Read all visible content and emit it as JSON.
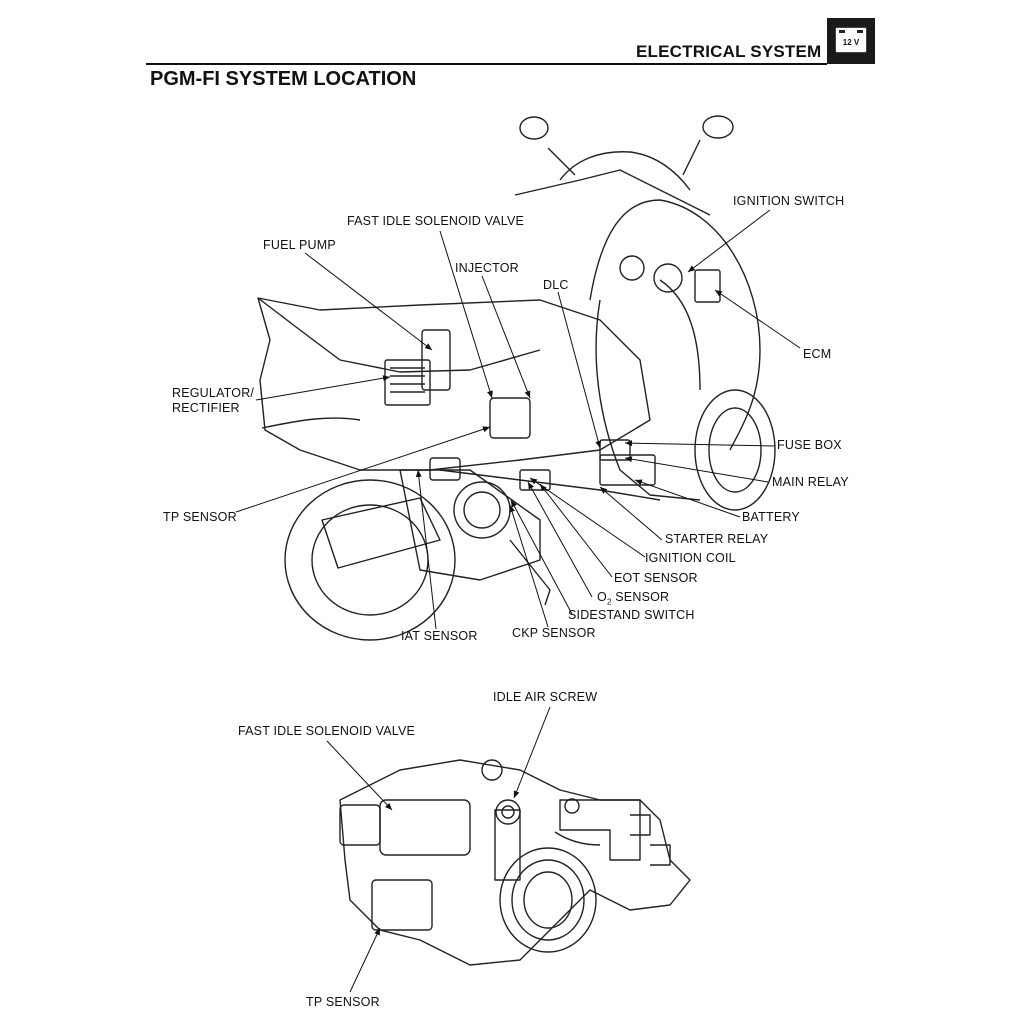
{
  "header": {
    "section_title": "ELECTRICAL SYSTEM",
    "icon": "battery-12v-icon",
    "icon_text": "12 V"
  },
  "page": {
    "title": "PGM-FI SYSTEM LOCATION"
  },
  "scooter_labels": {
    "fast_idle_solenoid_valve": "FAST IDLE SOLENOID VALVE",
    "fuel_pump": "FUEL PUMP",
    "injector": "INJECTOR",
    "dlc": "DLC",
    "ignition_switch": "IGNITION SWITCH",
    "ecm": "ECM",
    "regulator_rectifier_1": "REGULATOR/",
    "regulator_rectifier_2": "RECTIFIER",
    "fuse_box": "FUSE BOX",
    "main_relay": "MAIN RELAY",
    "battery": "BATTERY",
    "tp_sensor": "TP SENSOR",
    "starter_relay": "STARTER RELAY",
    "ignition_coil": "IGNITION COIL",
    "eot_sensor": "EOT SENSOR",
    "o2_sensor_prefix": "O",
    "o2_sensor_sub": "2",
    "o2_sensor_suffix": " SENSOR",
    "sidestand_switch": "SIDESTAND SWITCH",
    "iat_sensor": "IAT SENSOR",
    "ckp_sensor": "CKP SENSOR"
  },
  "throttle_body_labels": {
    "idle_air_screw": "IDLE AIR SCREW",
    "fast_idle_solenoid_valve": "FAST IDLE SOLENOID VALVE",
    "tp_sensor": "TP SENSOR"
  }
}
